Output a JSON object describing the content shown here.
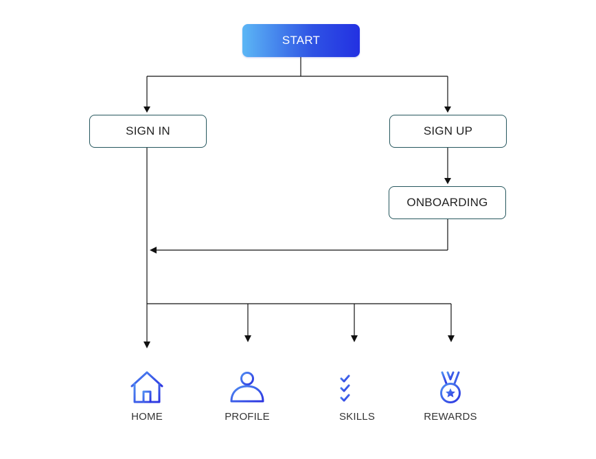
{
  "flow": {
    "start": "START",
    "sign_in": "SIGN IN",
    "sign_up": "SIGN UP",
    "onboarding": "ONBOARDING"
  },
  "destinations": [
    {
      "label": "HOME",
      "icon": "home-icon"
    },
    {
      "label": "PROFILE",
      "icon": "profile-icon"
    },
    {
      "label": "SKILLS",
      "icon": "checklist-icon"
    },
    {
      "label": "REWARDS",
      "icon": "medal-icon"
    }
  ],
  "colors": {
    "start_gradient_from": "#5cb6f5",
    "start_gradient_to": "#2331e2",
    "node_border": "#24555c",
    "connector": "#111111",
    "icon_gradient_from": "#4f8df2",
    "icon_gradient_to": "#2c34e0"
  }
}
